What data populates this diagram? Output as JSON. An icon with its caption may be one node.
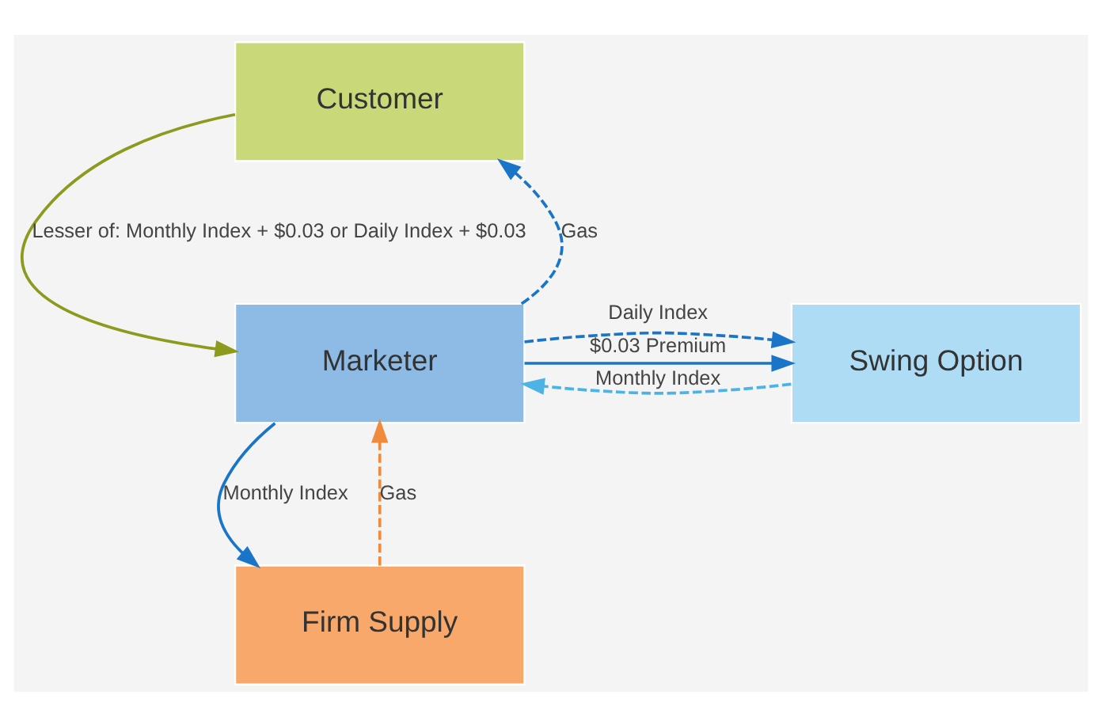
{
  "diagram": {
    "nodes": [
      {
        "text": [
          "Customer"
        ]
      },
      {
        "text": [
          "Swing Option"
        ]
      },
      {
        "text": [
          "Marketer"
        ]
      },
      {
        "text": [
          "Firm Supply"
        ]
      }
    ],
    "edges": [
      {
        "from": 2,
        "to": 0,
        "arrow": "to",
        "label": "Gas",
        "style": "dashed"
      },
      {
        "from": 0,
        "to": 2,
        "arrow": "to",
        "label": "Lesser of: Monthly Index + $0.03 or Daily Index + $0.03",
        "color": "#8c9a1e"
      },
      {
        "from": 2,
        "to": 1,
        "arrow": "to",
        "label": "$0.03 Premium"
      },
      {
        "from": 2,
        "to": 1,
        "arrow": "to",
        "label": "Daily Index",
        "style": "dashed"
      },
      {
        "from": 1,
        "to": 2,
        "arrow": "to",
        "label": "Monthly Index",
        "style": "dashed",
        "color": "#4db3e6"
      },
      {
        "from": 3,
        "to": 2,
        "arrow": "to",
        "label": "Gas",
        "style": "dashed",
        "color": "#f08a3c"
      },
      {
        "from": 2,
        "to": 3,
        "arrow": "to",
        "label": "Monthly Index"
      }
    ]
  }
}
